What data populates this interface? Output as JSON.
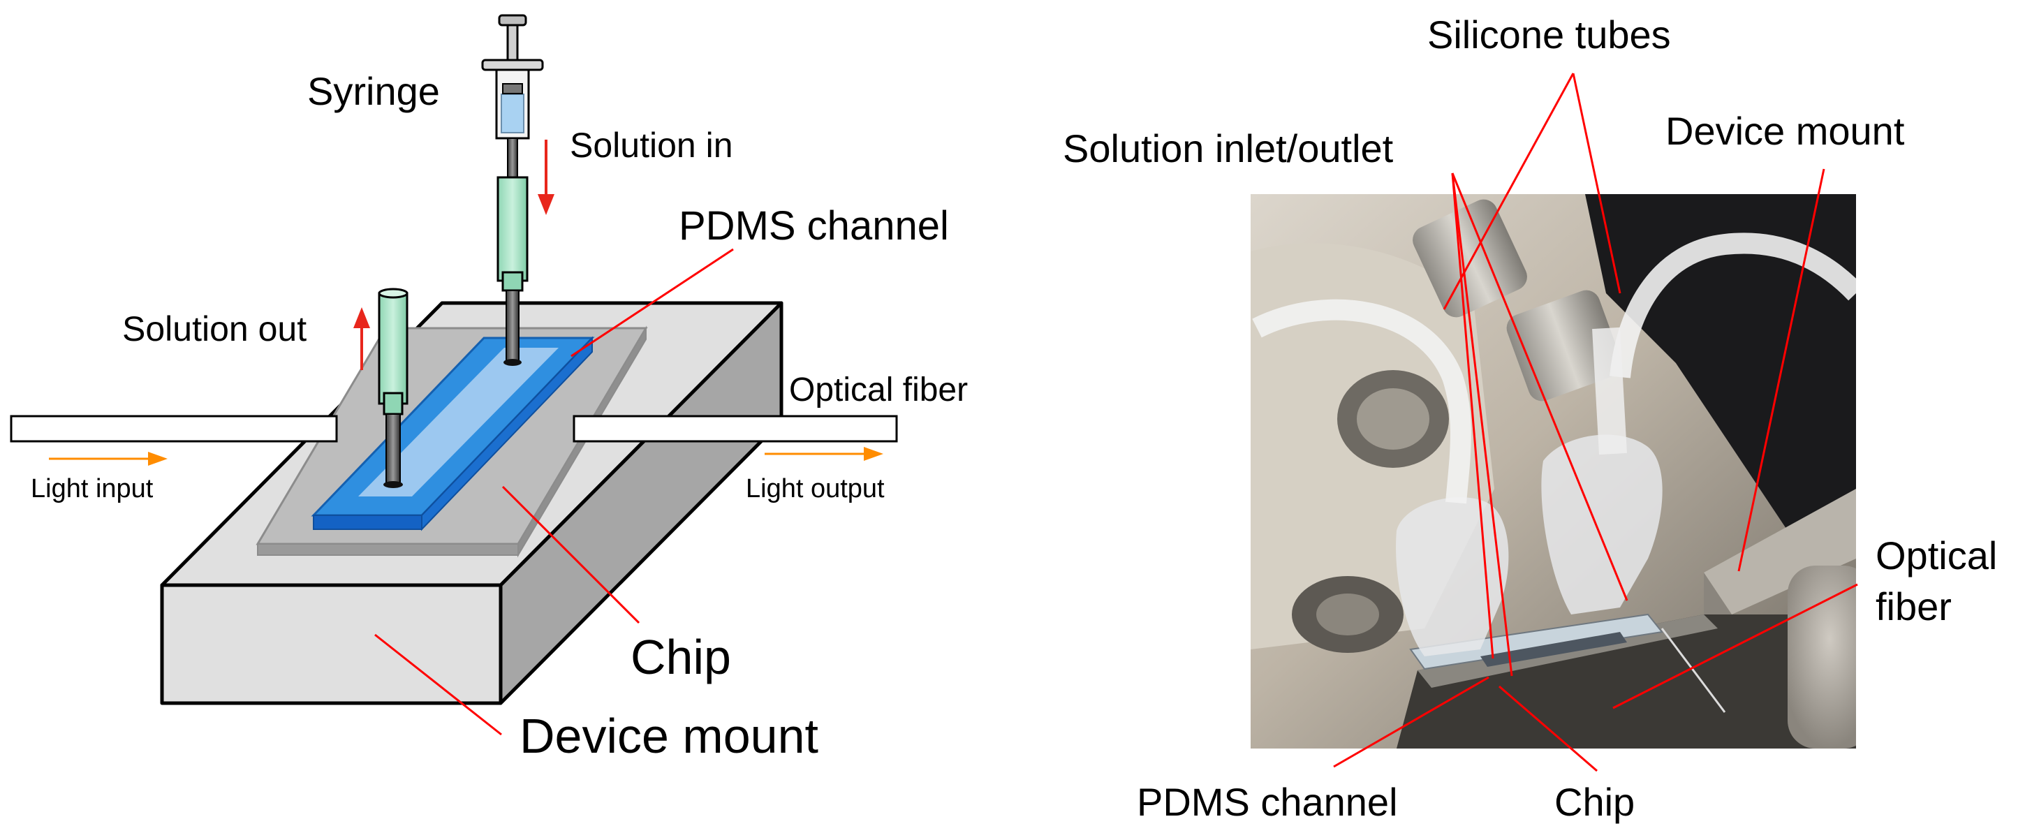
{
  "schematic": {
    "labels": {
      "syringe": "Syringe",
      "solution_in": "Solution in",
      "pdms_channel": "PDMS channel",
      "solution_out": "Solution out",
      "optical_fiber": "Optical fiber",
      "light_input": "Light input",
      "light_output": "Light output",
      "chip": "Chip",
      "device_mount": "Device mount"
    }
  },
  "photo": {
    "labels": {
      "silicone_tubes": "Silicone tubes",
      "solution_inlet_outlet": "Solution inlet/outlet",
      "device_mount": "Device mount",
      "optical_fiber_line1": "Optical",
      "optical_fiber_line2": "fiber",
      "pdms_channel": "PDMS channel",
      "chip": "Chip"
    }
  },
  "colors": {
    "callout_line": "#ff0000",
    "flow_arrow": "#e8261c",
    "light_arrow": "#ff8c00",
    "mount_top": "#e0e0e0",
    "mount_side": "#a6a6a6",
    "chip_gray": "#a9a9a9",
    "pdms_blue": "#1f7fdc",
    "tube_green": "#9ee0c0"
  }
}
